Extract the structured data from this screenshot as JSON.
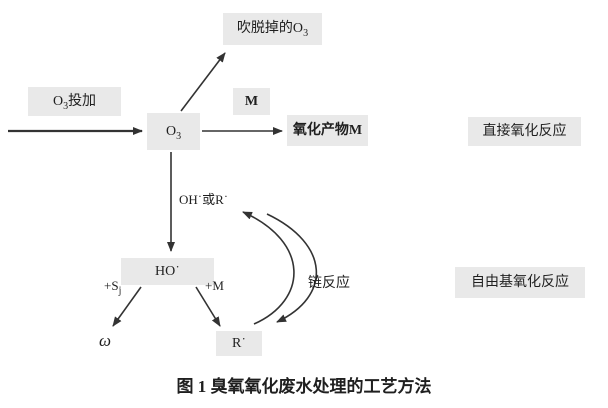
{
  "colors": {
    "box_bg": "#e9e9e9",
    "text": "#1f1f1f",
    "arrow": "#333333"
  },
  "figure": {
    "caption": "图 1  臭氧氧化废水处理的工艺方法"
  },
  "nodes": {
    "stripped_o3": {
      "pre": "吹脱掉的O",
      "sub": "3",
      "post": ""
    },
    "o3_feed": {
      "pre": "O",
      "sub": "3",
      "post": "投加"
    },
    "o3": {
      "pre": "O",
      "sub": "3",
      "post": ""
    },
    "m": {
      "label": "M"
    },
    "oxidation_product": {
      "label": "氧化产物M"
    },
    "direct_reaction": {
      "label": "直接氧化反应"
    },
    "oh_or_r": {
      "label": "OH˙或R˙"
    },
    "ho_radical": {
      "label": "HO˙"
    },
    "plus_s": {
      "pre": "+S",
      "sub": "j",
      "post": ""
    },
    "plus_m": {
      "label": "+M"
    },
    "omega": {
      "label": "ω"
    },
    "r_radical": {
      "label": "R˙"
    },
    "chain_reaction": {
      "label": "链反应"
    },
    "radical_reaction": {
      "label": "自由基氧化反应"
    }
  }
}
